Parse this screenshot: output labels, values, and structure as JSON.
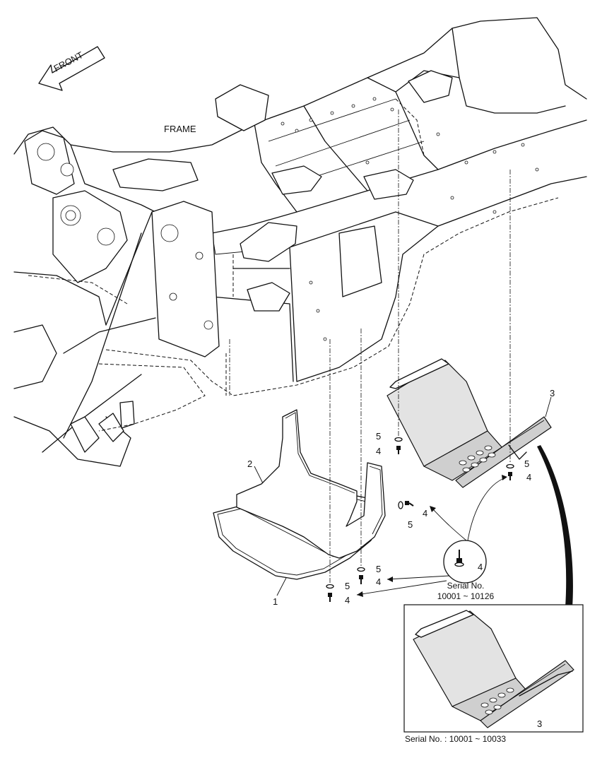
{
  "title": "FRAME",
  "front_label": "FRONT",
  "callouts": {
    "part1": "1",
    "part2": "2",
    "part3": "3",
    "part3_detail": "3",
    "bolt_a": "4",
    "bolt_b": "4",
    "bolt_c": "4",
    "bolt_d": "4",
    "bolt_e": "4",
    "bolt_f": "4",
    "washer_a": "5",
    "washer_b": "5",
    "washer_c": "5",
    "washer_d": "5",
    "washer_e": "5"
  },
  "serial_range_note": {
    "line1": "Serial No.",
    "line2": "10001 ~ 10126"
  },
  "detail_box_caption": "Serial No. : 10001 ~ 10033"
}
